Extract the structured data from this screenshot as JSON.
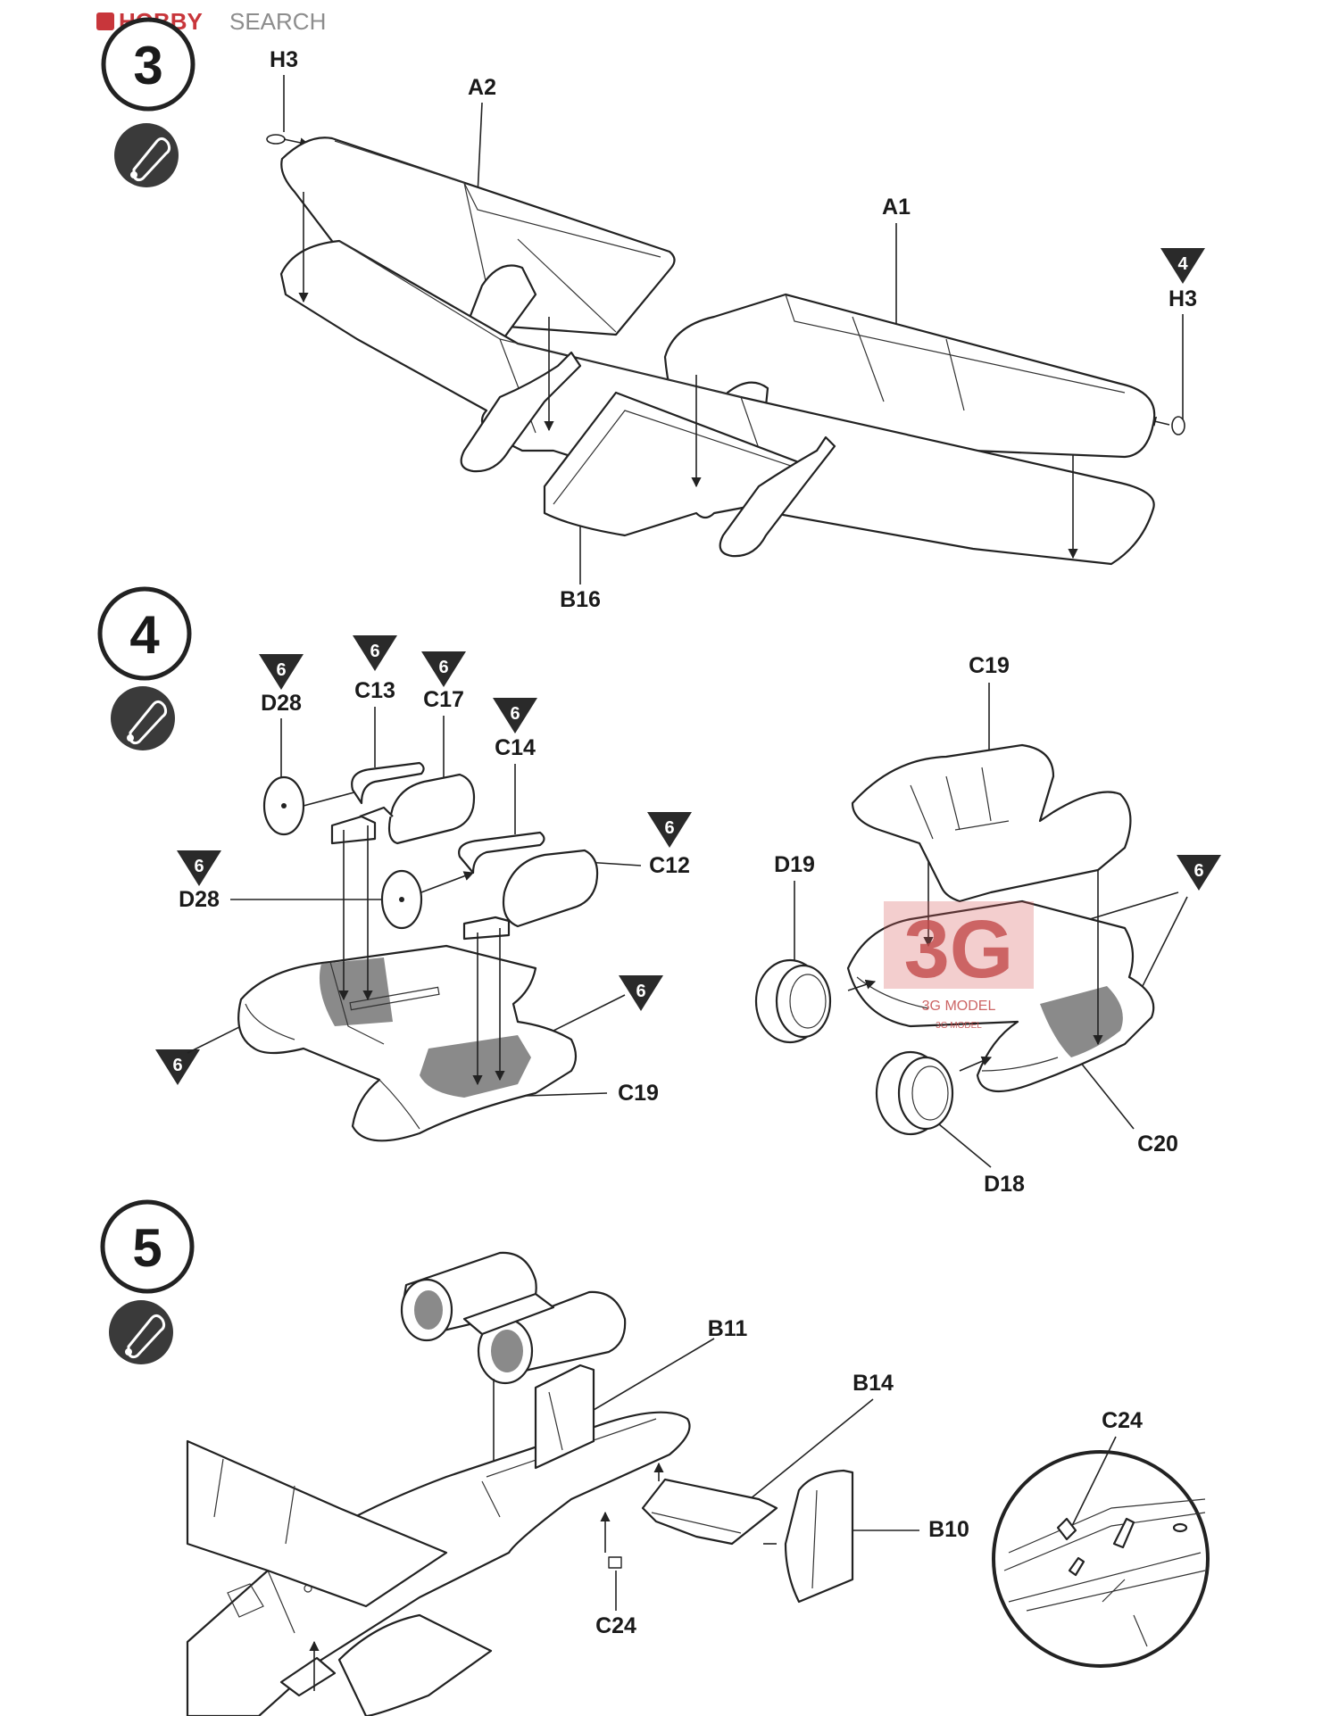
{
  "header": {
    "brand_hobby": "HOBBY",
    "brand_search": "SEARCH"
  },
  "steps": [
    {
      "number": "3",
      "icon": "glue-tube-icon",
      "callouts": {
        "h3_left": "H3",
        "a2": "A2",
        "a1": "A1",
        "h3_right": "H3",
        "b16": "B16"
      },
      "markers": {
        "h3_right_tri": "4"
      }
    },
    {
      "number": "4",
      "icon": "glue-tube-icon",
      "callouts": {
        "d28_top": "D28",
        "c13": "C13",
        "c17": "C17",
        "c14": "C14",
        "c12": "C12",
        "d28_mid": "D28",
        "c19_left": "C19",
        "c19_right": "C19",
        "d19": "D19",
        "c20": "C20",
        "d18": "D18"
      },
      "markers": {
        "d28_top_tri": "6",
        "c13_tri": "6",
        "c17_tri": "6",
        "c14_tri": "6",
        "c12_tri": "6",
        "d28_mid_tri": "6",
        "left_shade_tri": "6",
        "right_shade_tri": "6",
        "c20_tri": "6"
      }
    },
    {
      "number": "5",
      "icon": "glue-tube-icon",
      "callouts": {
        "b11": "B11",
        "b14": "B14",
        "b10": "B10",
        "c24_main": "C24",
        "c24_detail": "C24"
      }
    }
  ],
  "watermark": {
    "mark": "3G",
    "subtitle": "3G MODEL",
    "subtitle_small": "3G MODEL"
  },
  "colors": {
    "ink": "#222222",
    "shade": "#8a8a8a",
    "brand_red": "#c8363b",
    "watermark_red": "#d65b5b"
  }
}
